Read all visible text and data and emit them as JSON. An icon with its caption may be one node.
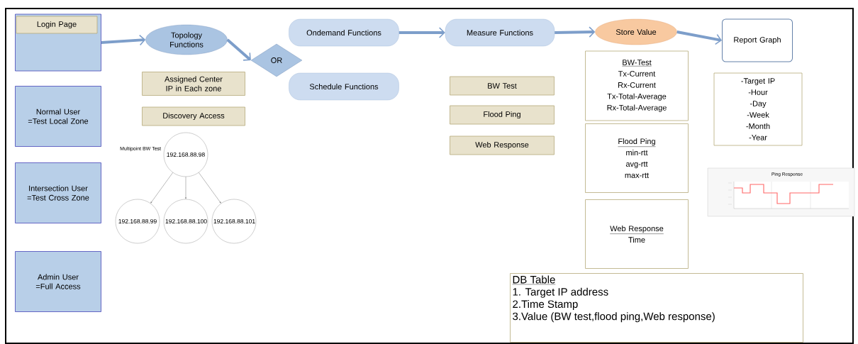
{
  "diagram": {
    "nodes": [
      {
        "text": [],
        "shape": "box"
      },
      {
        "text": [
          "Login Page"
        ],
        "in": 0
      },
      {
        "text": [
          "Normal User =Test Local Zone"
        ]
      },
      {
        "text": [
          "Intersection User =Test Cross Zone"
        ]
      },
      {
        "text": [
          "Admin User =Full Access"
        ]
      },
      {
        "text": [
          "Topology Functions"
        ]
      },
      {
        "text": [
          "OR"
        ]
      },
      {
        "text": [
          "Ondemand Functions"
        ]
      },
      {
        "text": [
          "Schedule Functions"
        ]
      },
      {
        "text": [
          "Assigned Center IP in Each zone"
        ]
      },
      {
        "text": [
          "Discovery Access"
        ]
      },
      {
        "text": [
          "192.168.88.98"
        ],
        "beside": [
          "Multipoint BW Test"
        ]
      },
      {
        "text": [
          "192.168.88.99"
        ]
      },
      {
        "text": [
          "192.168.88.100"
        ]
      },
      {
        "text": [
          "192.168.88.101"
        ]
      },
      {
        "text": [
          "Measure Functions"
        ]
      },
      {
        "text": [
          "BW Test"
        ]
      },
      {
        "text": [
          "Flood Ping"
        ]
      },
      {
        "text": [
          "Web Response"
        ]
      },
      {
        "text": [
          "Store Value"
        ]
      },
      {
        "text": [
          "Report Graph"
        ]
      },
      {
        "text": [
          "BW-Test",
          "Tx-Current",
          "Rx-Current",
          "Tx-Total-Average",
          "Rx-Total-Average"
        ]
      },
      {
        "text": [
          "Flood Ping",
          "min-rtt",
          "avg-rtt",
          "max-rtt"
        ]
      },
      {
        "text": [
          "Web Response",
          "Time"
        ]
      },
      {
        "text": [
          "-Target IP",
          "-Hour",
          "-Day",
          "-Week",
          "-Month",
          "-Year"
        ]
      },
      {
        "text": [
          "DB Table",
          "1. Target IP address",
          "2.Time Stamp",
          "3.Value (BW test,flood ping,Web response)"
        ]
      }
    ],
    "edges": [
      {
        "from": 0,
        "to": 5,
        "arrow": "to"
      },
      {
        "from": 5,
        "to": 6,
        "arrow": "to"
      },
      {
        "from": 7,
        "to": 15,
        "arrow": "to"
      },
      {
        "from": 15,
        "to": 19,
        "arrow": "to"
      },
      {
        "from": 19,
        "to": 20,
        "arrow": "to"
      },
      {
        "from": 11,
        "to": 12,
        "arrow": "to",
        "color": "#777777"
      },
      {
        "from": 11,
        "to": 13,
        "arrow": "to",
        "color": "#777777"
      },
      {
        "from": 11,
        "to": 14,
        "arrow": "to",
        "color": "#777777"
      }
    ],
    "labels": [
      "Ping Response"
    ]
  }
}
